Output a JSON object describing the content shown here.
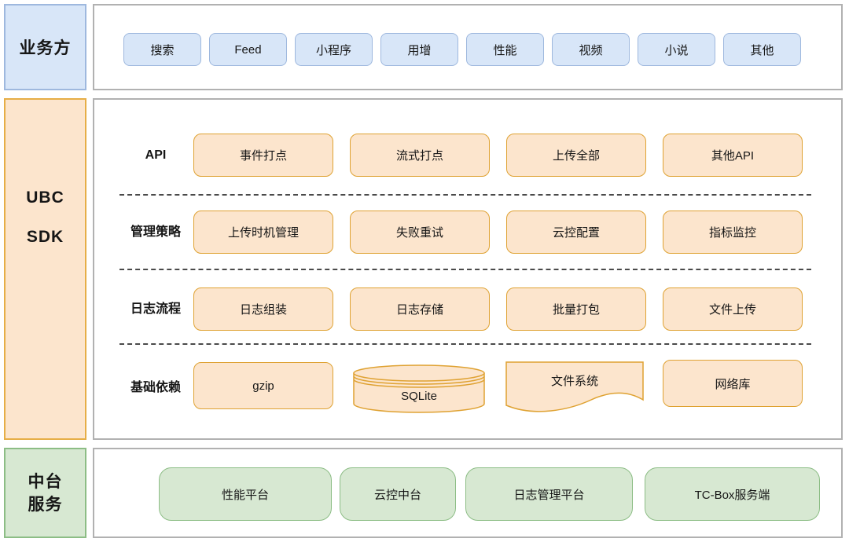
{
  "diagram": {
    "business": {
      "label": "业务方",
      "tabs": [
        "搜索",
        "Feed",
        "小程序",
        "用增",
        "性能",
        "视频",
        "小说",
        "其他"
      ]
    },
    "sdk": {
      "title_lines": [
        "UBC",
        "SDK"
      ],
      "rows": [
        {
          "label": "API",
          "items": [
            "事件打点",
            "流式打点",
            "上传全部",
            "其他API"
          ]
        },
        {
          "label": "管理策略",
          "items": [
            "上传时机管理",
            "失败重试",
            "云控配置",
            "指标监控"
          ]
        },
        {
          "label": "日志流程",
          "items": [
            "日志组装",
            "日志存储",
            "批量打包",
            "文件上传"
          ]
        },
        {
          "label": "基础依赖",
          "items": [
            "gzip",
            "SQLite",
            "文件系统",
            "网络库"
          ]
        }
      ]
    },
    "platform": {
      "title_lines": [
        "中台",
        "服务"
      ],
      "items": [
        "性能平台",
        "云控中台",
        "日志管理平台",
        "TC-Box服务端"
      ]
    },
    "colors": {
      "blue_fill": "#d8e6f8",
      "blue_border": "#9eb8de",
      "orange_fill": "#fce5cd",
      "orange_border": "#dfa232",
      "orange_panel_border": "#e6ae46",
      "green_fill": "#d7e8d2",
      "green_border": "#8cbd85",
      "panel_border": "#b1b1b1",
      "separator": "#4a4a4a"
    }
  }
}
